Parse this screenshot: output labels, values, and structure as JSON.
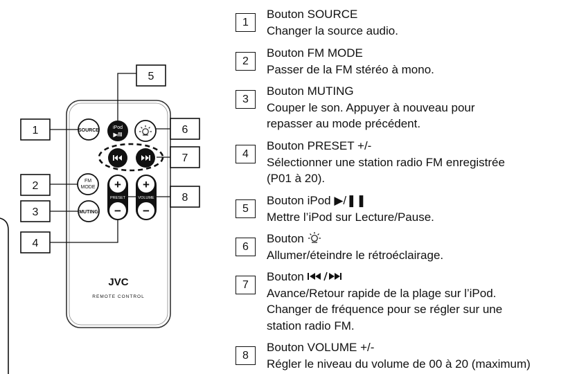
{
  "remote": {
    "brand": "JVC",
    "subtitle": "REMOTE CONTROL",
    "buttons": {
      "source": "SOURCE",
      "ipod_top": "iPod",
      "ipod_bottom": "▶/II",
      "fm_top": "FM",
      "fm_bottom": "MODE",
      "muting": "MUTING",
      "preset": "PRESET",
      "volume": "VOLUME",
      "plus": "+",
      "minus": "−"
    },
    "callouts": [
      "1",
      "2",
      "3",
      "4",
      "5",
      "6",
      "7",
      "8"
    ]
  },
  "legend": [
    {
      "num": "1",
      "title": "Bouton SOURCE",
      "lines": [
        "Changer la source audio."
      ]
    },
    {
      "num": "2",
      "title": "Bouton FM MODE",
      "lines": [
        "Passer de la FM stéréo à mono."
      ]
    },
    {
      "num": "3",
      "title": "Bouton MUTING",
      "lines": [
        "Couper le son. Appuyer à nouveau pour",
        "repasser au mode précédent."
      ]
    },
    {
      "num": "4",
      "title": "Bouton PRESET +/-",
      "lines": [
        "Sélectionner une station radio FM enregistrée",
        "(P01 à 20)."
      ]
    },
    {
      "num": "5",
      "title": "Bouton iPod ▶/❚❚",
      "lines": [
        "Mettre l’iPod sur Lecture/Pause."
      ]
    },
    {
      "num": "6",
      "title": "Bouton",
      "lines": [
        "Allumer/éteindre le rétroéclairage."
      ]
    },
    {
      "num": "7",
      "title": "Bouton",
      "lines": [
        "Avance/Retour rapide de la plage sur l’iPod.",
        "Changer de fréquence pour se régler sur une",
        "station radio FM."
      ]
    },
    {
      "num": "8",
      "title": "Bouton VOLUME +/-",
      "lines": [
        "Régler le niveau du volume de 00 à 20 (maximum)"
      ]
    }
  ],
  "icons": {
    "backlight": "sun-icon",
    "skip": "skip-back-forward-icon",
    "play_pause": "play-pause-icon"
  }
}
